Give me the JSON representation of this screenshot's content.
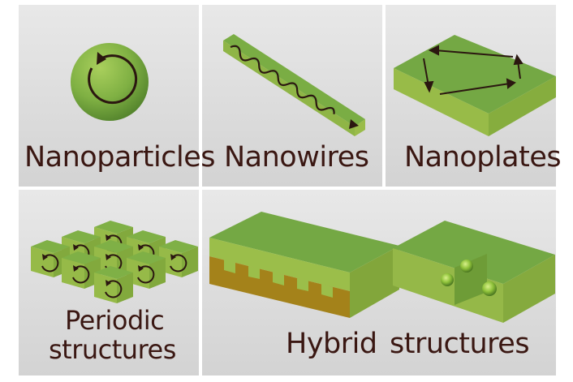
{
  "labels": {
    "nanoparticles": "Nanoparticles",
    "nanowires": "Nanowires",
    "nanoplates": "Nanoplates",
    "periodic_line1": "Periodic",
    "periodic_line2": "structures",
    "hybrid": "Hybrid",
    "hybrid_structures": "structures"
  },
  "colors": {
    "background_top": "#e6e6e6",
    "background_bottom": "#d2d2d2",
    "green_top": "#74a844",
    "green_side": "#8fb544",
    "green_dark": "#5d8c30",
    "gold_layer": "#a07f14",
    "arrow": "#2b1710",
    "text": "#3a1712"
  }
}
